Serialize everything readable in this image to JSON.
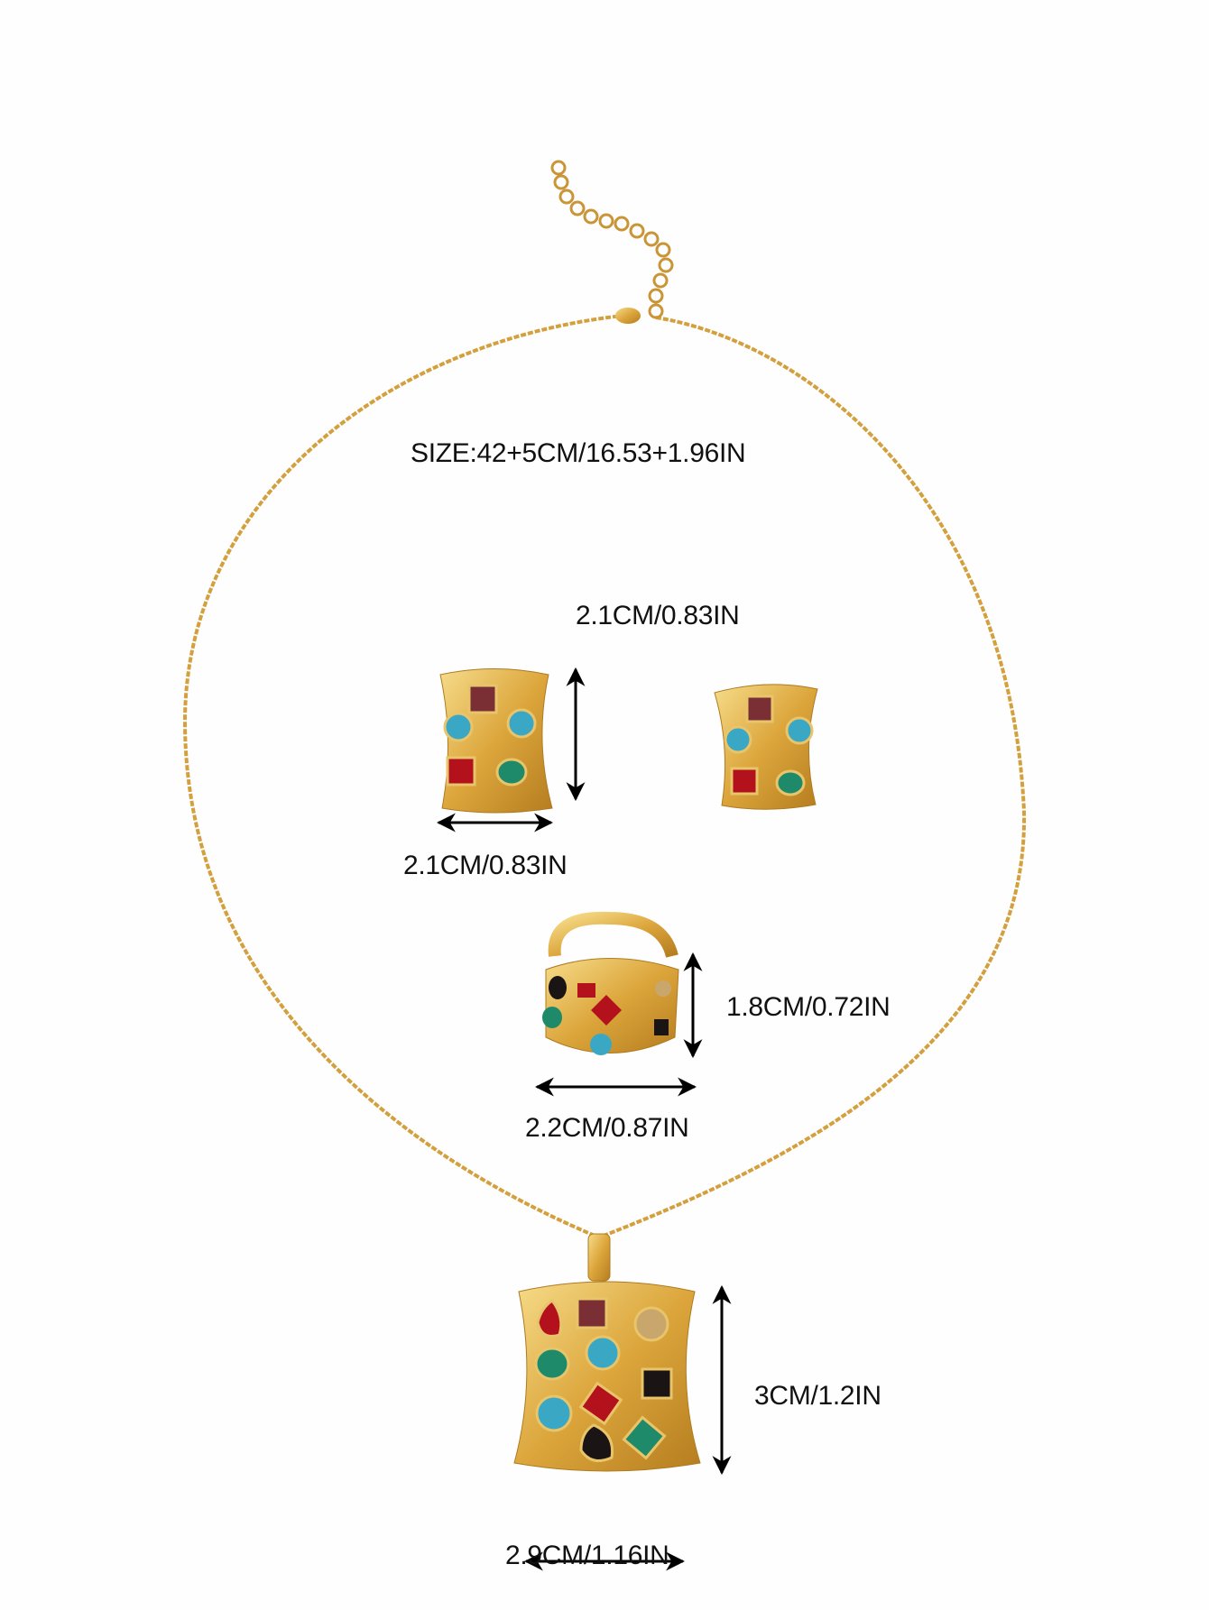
{
  "labels": {
    "necklace_size": "SIZE:42+5CM/16.53+1.96IN",
    "earring_height": "2.1CM/0.83IN",
    "earring_width": "2.1CM/0.83IN",
    "ring_height": "1.8CM/0.72IN",
    "ring_width": "2.2CM/0.87IN",
    "pendant_height": "3CM/1.2IN",
    "pendant_width": "2.9CM/1.16IN"
  },
  "colors": {
    "gold": "#d9a437",
    "gold_light": "#f3d27a",
    "ruby": "#b3121c",
    "garnet": "#7a2f35",
    "turquoise": "#3aa7c4",
    "emerald": "#1f8a6a",
    "onyx": "#1a1414",
    "champagne": "#c9a66b"
  }
}
